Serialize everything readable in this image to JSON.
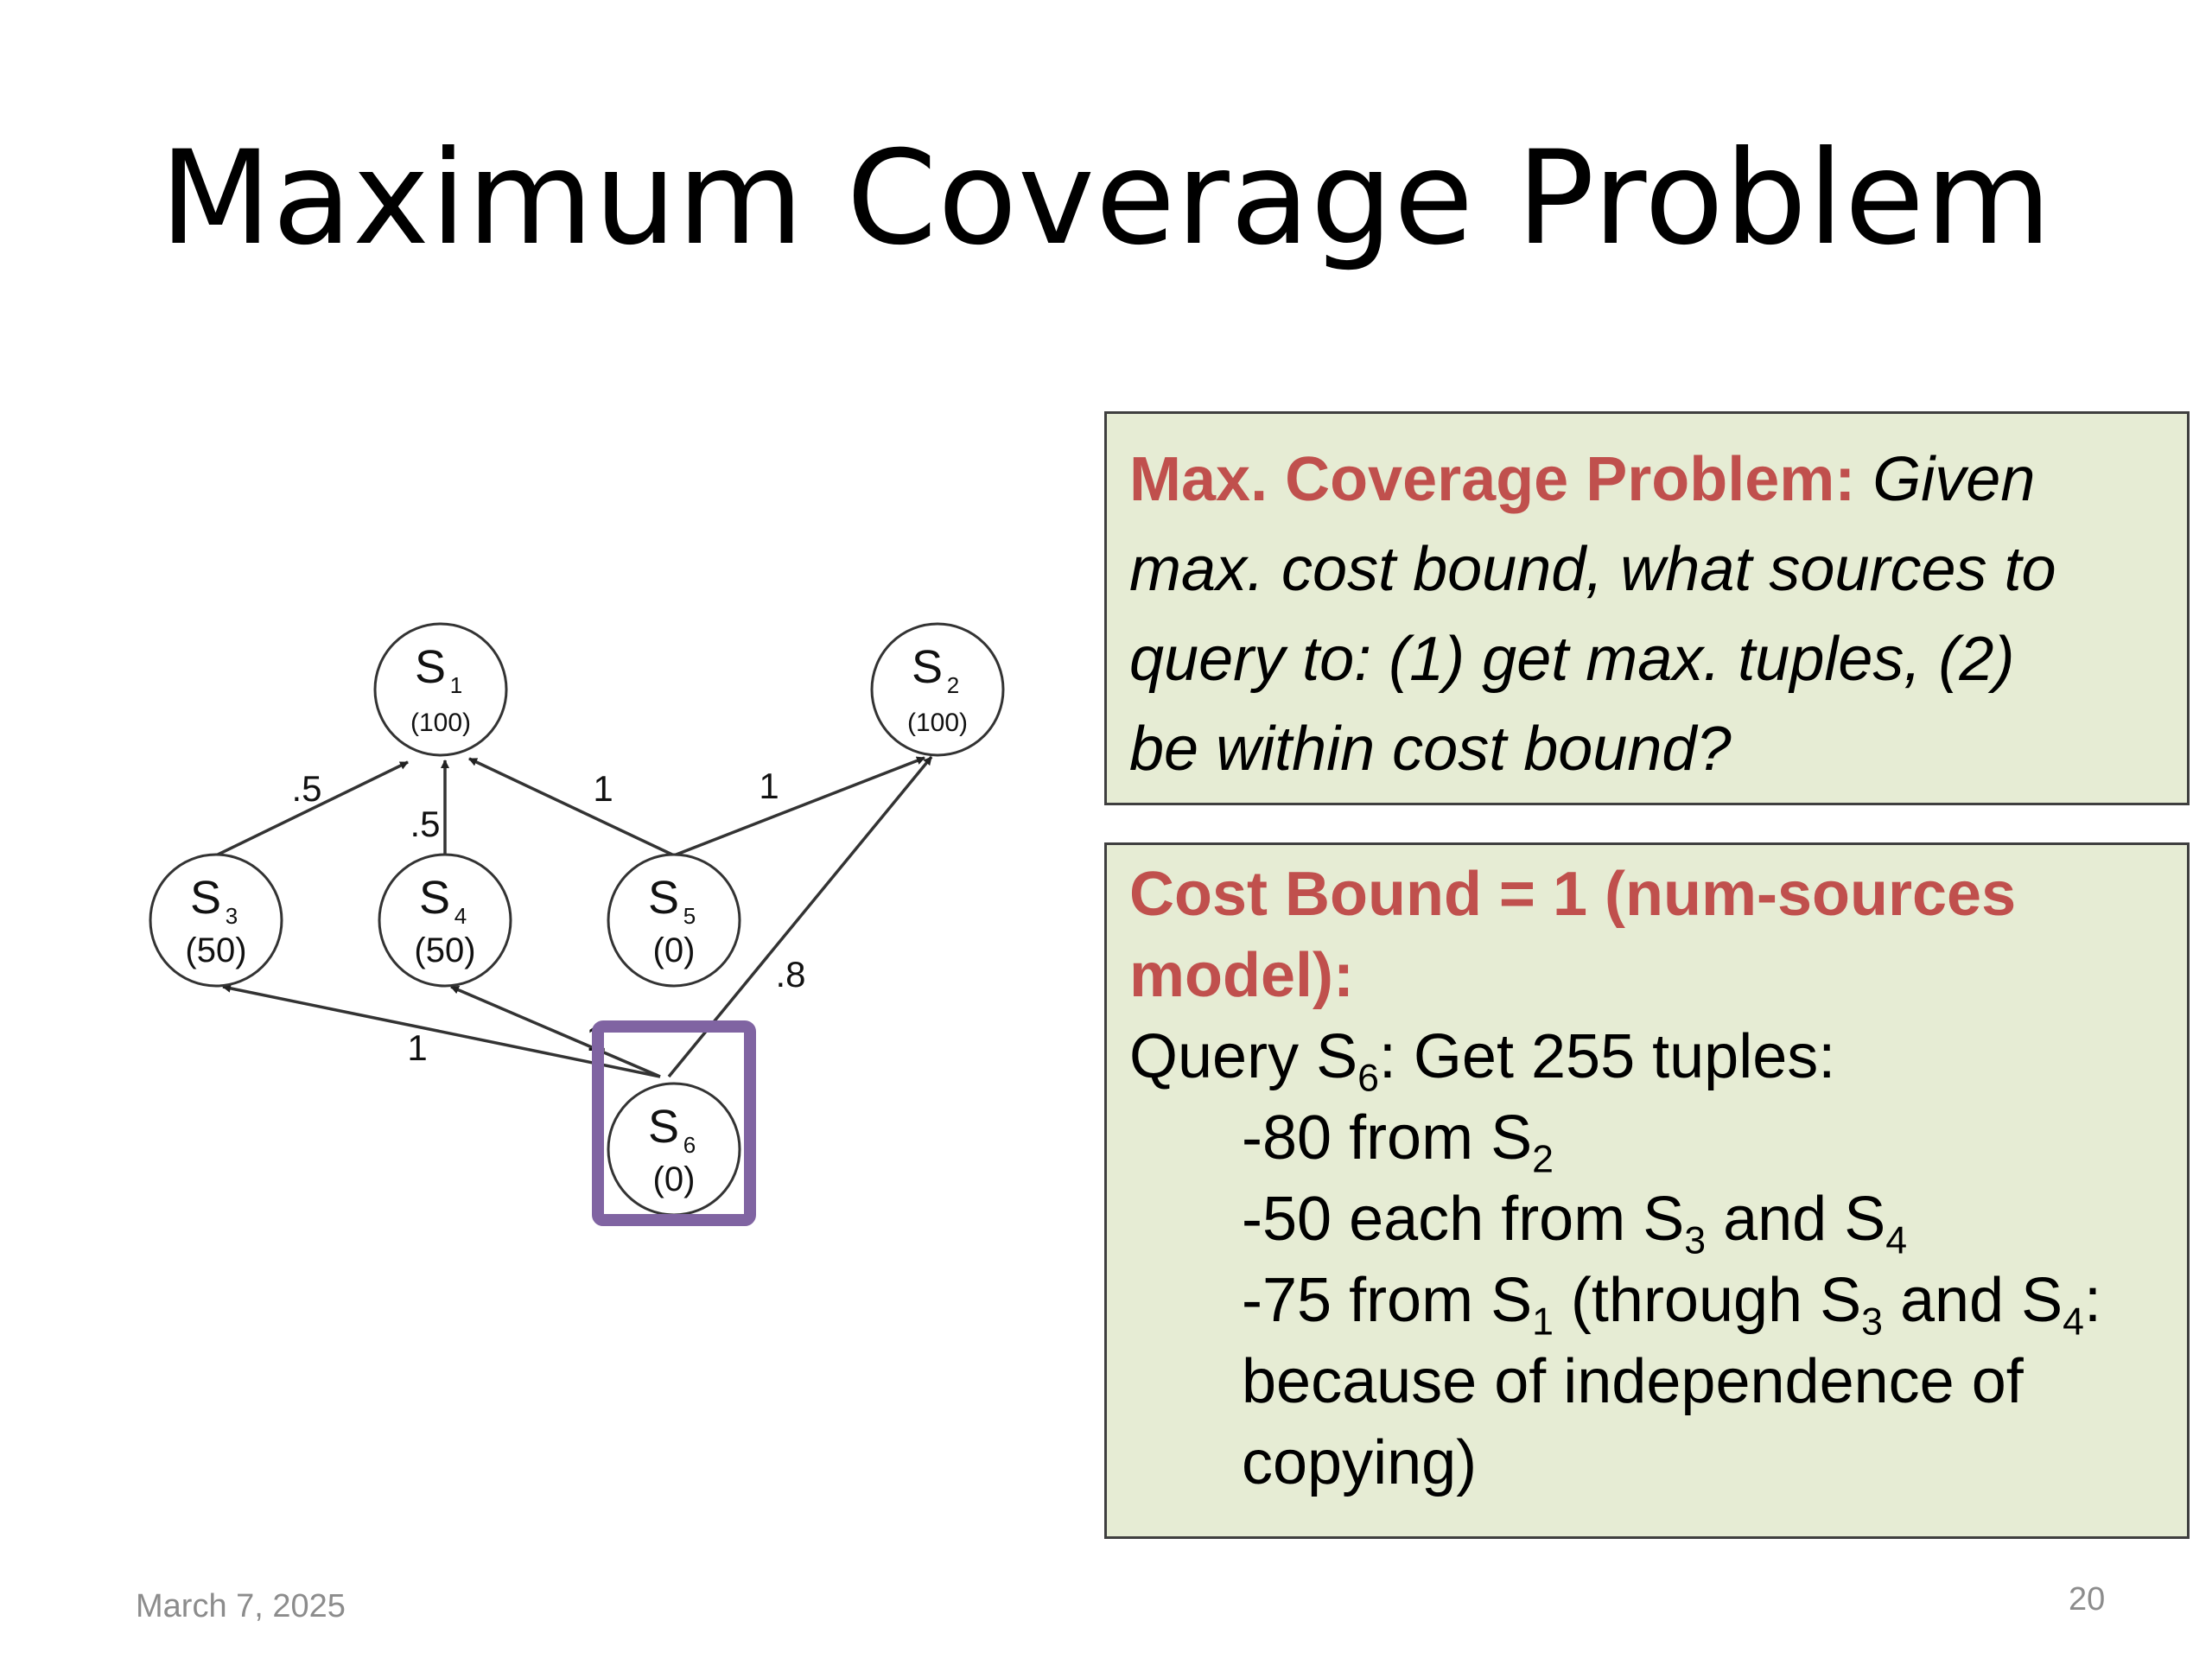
{
  "slide": {
    "title": "Maximum Coverage Problem",
    "date": "March 7, 2025",
    "page_number": "20"
  },
  "diagram": {
    "nodes": [
      {
        "id": "S1",
        "letter": "S",
        "sub": "1",
        "value": "(100)"
      },
      {
        "id": "S2",
        "letter": "S",
        "sub": "2",
        "value": "(100)"
      },
      {
        "id": "S3",
        "letter": "S",
        "sub": "3",
        "value": "(50)"
      },
      {
        "id": "S4",
        "letter": "S",
        "sub": "4",
        "value": "(50)"
      },
      {
        "id": "S5",
        "letter": "S",
        "sub": "5",
        "value": "(0)"
      },
      {
        "id": "S6",
        "letter": "S",
        "sub": "6",
        "value": "(0)"
      }
    ],
    "edges": [
      {
        "from": "S3",
        "to": "S1",
        "label": ".5"
      },
      {
        "from": "S4",
        "to": "S1",
        "label": ".5"
      },
      {
        "from": "S5",
        "to": "S1",
        "label": "1"
      },
      {
        "from": "S5",
        "to": "S2",
        "label": "1"
      },
      {
        "from": "S6",
        "to": "S3",
        "label": "1"
      },
      {
        "from": "S6",
        "to": "S4",
        "label": "1"
      },
      {
        "from": "S6",
        "to": "S2",
        "label": ".8"
      }
    ],
    "highlighted_node": "S6",
    "highlight_color": "#8064a2"
  },
  "problem_box": {
    "heading": "Max. Coverage Problem:",
    "text_first": "Given",
    "lines": [
      "max. cost bound, what sources to",
      "query to: (1) get max. tuples, (2)",
      "be within cost bound?"
    ]
  },
  "solution_box": {
    "heading_line1": "Cost Bound = 1 (num-sources",
    "heading_line2": "model):",
    "query_prefix": "Query S",
    "query_sub": "6",
    "query_suffix": ": Get 255 tuples:",
    "line_a_prefix": "-80 from S",
    "line_a_sub": "2",
    "line_b_prefix": "-50 each from S",
    "line_b_sub1": "3",
    "line_b_mid": " and S",
    "line_b_sub2": "4",
    "line_c_prefix": "-75 from S",
    "line_c_sub1": "1",
    "line_c_mid1": " (through S",
    "line_c_sub2": "3",
    "line_c_mid2": " and S",
    "line_c_sub3": "4",
    "line_c_suffix": ":",
    "line_d": "because of independence of",
    "line_e": "copying)"
  },
  "colors": {
    "accent_red": "#c0504d",
    "box_fill": "#e6ecd4",
    "highlight_purple": "#8064a2"
  }
}
